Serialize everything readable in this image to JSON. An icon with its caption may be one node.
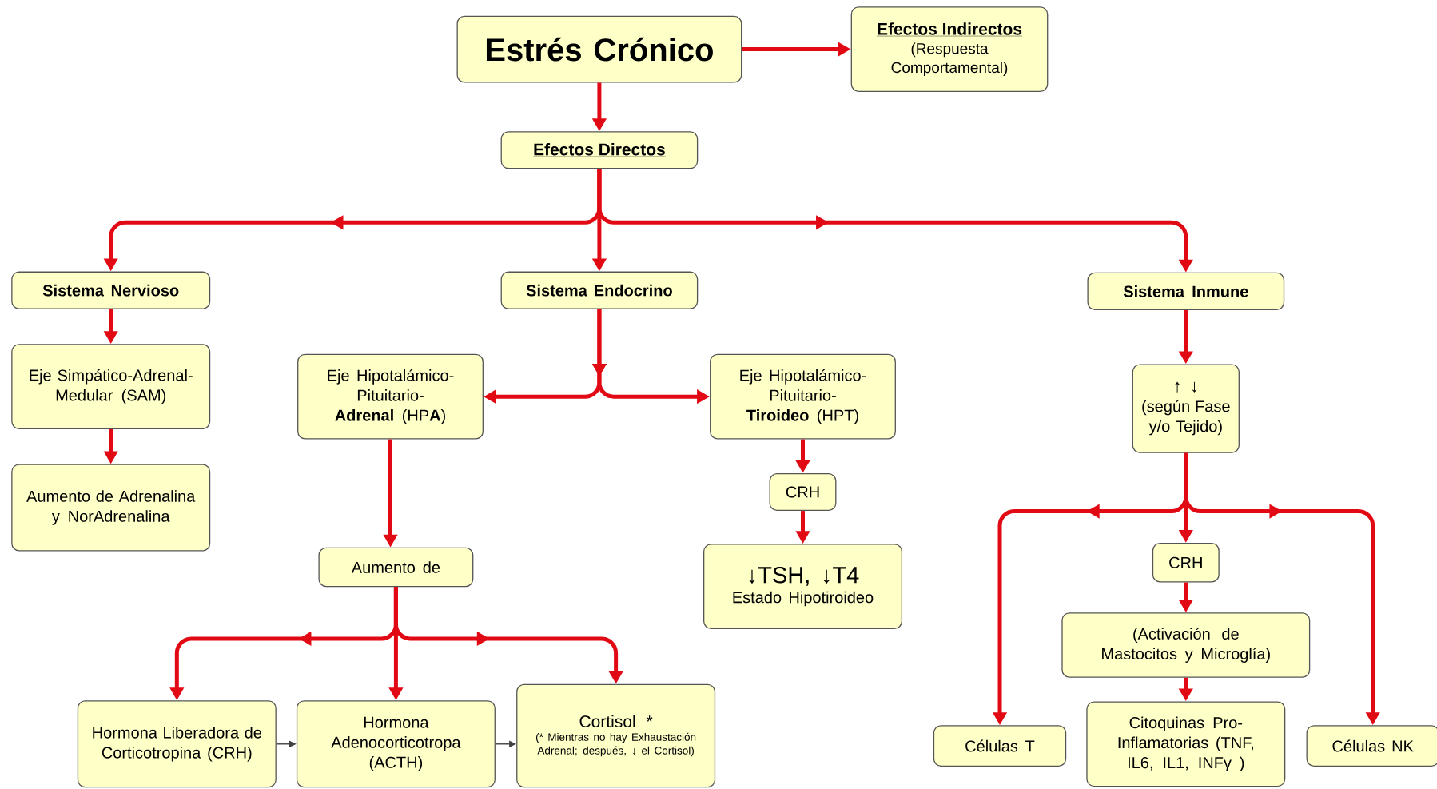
{
  "diagram": {
    "nodes": [
      {
        "text": [
          "Estrés Crónico"
        ]
      },
      {
        "text": [
          "Efectos Indirectos",
          "(Respuesta Comportamental)"
        ]
      },
      {
        "text": [
          "Efectos Directos"
        ]
      },
      {
        "text": [
          "Sistema Nervioso"
        ]
      },
      {
        "text": [
          "Sistema Endocrino"
        ]
      },
      {
        "text": [
          "Sistema Inmune"
        ]
      },
      {
        "text": [
          "Eje Simpático-Adrenal-Medular (SAM)"
        ]
      },
      {
        "text": [
          "Aumento de Adrenalina y NorAdrenalina"
        ]
      },
      {
        "text": [
          "Eje Hipotalámico-Pituitario-**Adrenal** (HP**A**)"
        ]
      },
      {
        "text": [
          "Eje Hipotalámico-Pituitario-**Tiroideo** (HPT)"
        ]
      },
      {
        "text": [
          "↑ ↓",
          "(según Fase y/o Tejido)"
        ]
      },
      {
        "text": [
          "CRH"
        ]
      },
      {
        "text": [
          "Aumento de"
        ]
      },
      {
        "text": [
          "↓TSH, ↓T4",
          "Estado Hipotiroideo"
        ]
      },
      {
        "text": [
          "CRH"
        ]
      },
      {
        "text": [
          "(Activación de Mastocitos y Microglía)"
        ]
      },
      {
        "text": [
          "Hormona Liberadora de Corticotropina (CRH)"
        ]
      },
      {
        "text": [
          "Hormona Adenocorticotropa (ACTH)"
        ]
      },
      {
        "text": [
          "Cortisol *",
          "(* Mientras no hay Exhaustación Adrenal; después, ↓ el Cortisol)"
        ]
      },
      {
        "text": [
          "Células T"
        ]
      },
      {
        "text": [
          "Citoquinas Pro-Inflamatorias (TNF, IL6, IL1, INFγ )"
        ]
      },
      {
        "text": [
          "Células NK"
        ]
      }
    ],
    "edges": [
      {
        "from": 0,
        "to": 1,
        "arrow": "to"
      },
      {
        "from": 0,
        "to": 2,
        "arrow": "to"
      },
      {
        "from": 2,
        "to": 3,
        "arrow": "to"
      },
      {
        "from": 2,
        "to": 4,
        "arrow": "to"
      },
      {
        "from": 2,
        "to": 5,
        "arrow": "to"
      },
      {
        "from": 3,
        "to": 6,
        "arrow": "to"
      },
      {
        "from": 6,
        "to": 7,
        "arrow": "to"
      },
      {
        "from": 4,
        "to": 8,
        "arrow": "to"
      },
      {
        "from": 4,
        "to": 9,
        "arrow": "to"
      },
      {
        "from": 8,
        "to": 12,
        "arrow": "to"
      },
      {
        "from": 9,
        "to": 11,
        "arrow": "to"
      },
      {
        "from": 11,
        "to": 13,
        "arrow": "to"
      },
      {
        "from": 12,
        "to": 16,
        "arrow": "to"
      },
      {
        "from": 12,
        "to": 17,
        "arrow": "to"
      },
      {
        "from": 12,
        "to": 18,
        "arrow": "to"
      },
      {
        "from": 16,
        "to": 17,
        "arrow": "to",
        "color": "#404040"
      },
      {
        "from": 17,
        "to": 18,
        "arrow": "to",
        "color": "#404040"
      },
      {
        "from": 5,
        "to": 10,
        "arrow": "to"
      },
      {
        "from": 10,
        "to": 19,
        "arrow": "to"
      },
      {
        "from": 10,
        "to": 14,
        "arrow": "to"
      },
      {
        "from": 10,
        "to": 21,
        "arrow": "to"
      },
      {
        "from": 14,
        "to": 15,
        "arrow": "to"
      },
      {
        "from": 15,
        "to": 20,
        "arrow": "to"
      }
    ]
  }
}
